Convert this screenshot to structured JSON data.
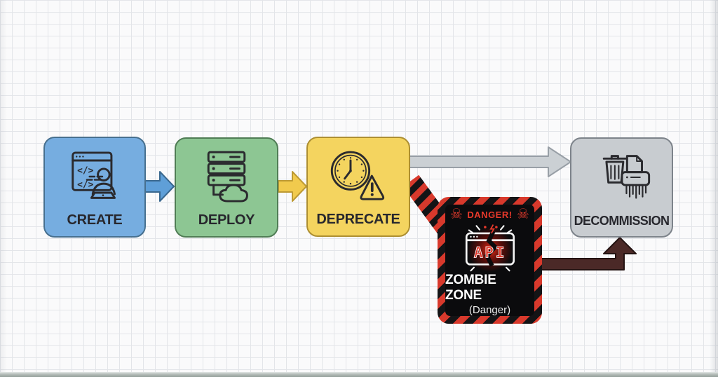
{
  "background": {
    "style": "graph-paper-grid",
    "paper_color": "#fafafb",
    "grid_color": "#e3e5e9"
  },
  "nodes": {
    "create": {
      "label": "CREATE",
      "fill": "#76ade0",
      "border": "#47708f",
      "icon": "developer-code-window-icon"
    },
    "deploy": {
      "label": "DEPLOY",
      "fill": "#8dc693",
      "border": "#507d55",
      "icon": "server-stack-cloud-icon"
    },
    "deprecate": {
      "label": "DEPRECATE",
      "fill": "#f4d45f",
      "border": "#ad8f32",
      "icon": "clock-warning-icon"
    },
    "decommission": {
      "label": "DECOMMISSION",
      "fill": "#c8ccd0",
      "border": "#7d838a",
      "icon": "trash-shredder-icon"
    },
    "zombie_zone": {
      "label": "ZOMBIE ZONE",
      "sublabel": "(Danger)",
      "banner": "DANGER!",
      "icon_text": "API",
      "fill": "#0b0b0d",
      "stripe_red": "#d8392c",
      "banner_color": "#e8392b",
      "text_color": "#ffffff",
      "icon": "broken-api-window-icon"
    }
  },
  "icons": {
    "skull_glyph": "☠",
    "skull_name": "skull-crossbones-icon"
  },
  "arrows": {
    "create_to_deploy": {
      "color": "#5f9fd8"
    },
    "deploy_to_deprecate": {
      "color": "#f1ca4d"
    },
    "deprecate_to_decommission": {
      "color": "#cbd0d4"
    },
    "deprecate_to_zombie": {
      "style": "hazard-stripes",
      "colors": [
        "#d8392c",
        "#141416"
      ]
    },
    "zombie_to_decommission": {
      "color": "#4b2927"
    }
  }
}
